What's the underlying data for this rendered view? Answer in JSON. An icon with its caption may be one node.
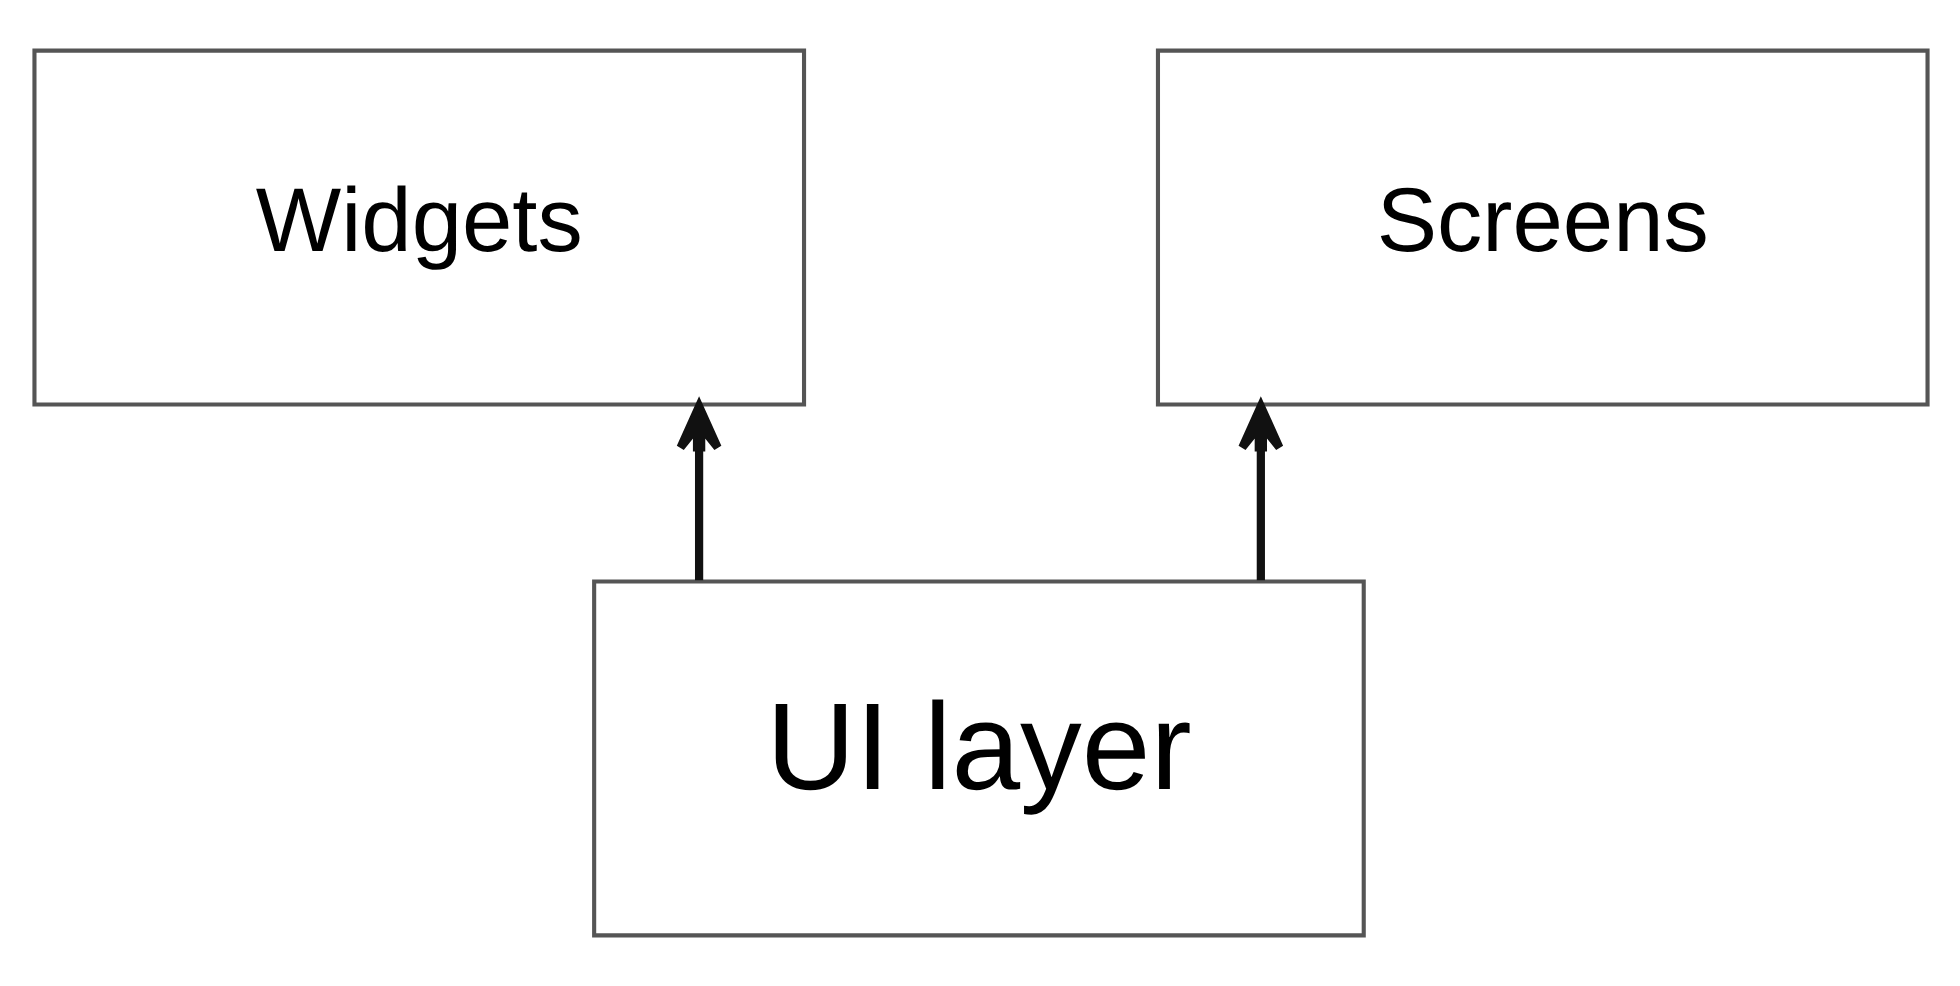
{
  "diagram": {
    "nodes": [
      {
        "text": [
          "Widgets"
        ]
      },
      {
        "text": [
          "Screens"
        ]
      },
      {
        "text": [
          "UI layer"
        ]
      }
    ],
    "edges": [
      {
        "from": 2,
        "to": 0,
        "arrow": "to"
      },
      {
        "from": 2,
        "to": 1,
        "arrow": "to"
      }
    ]
  }
}
